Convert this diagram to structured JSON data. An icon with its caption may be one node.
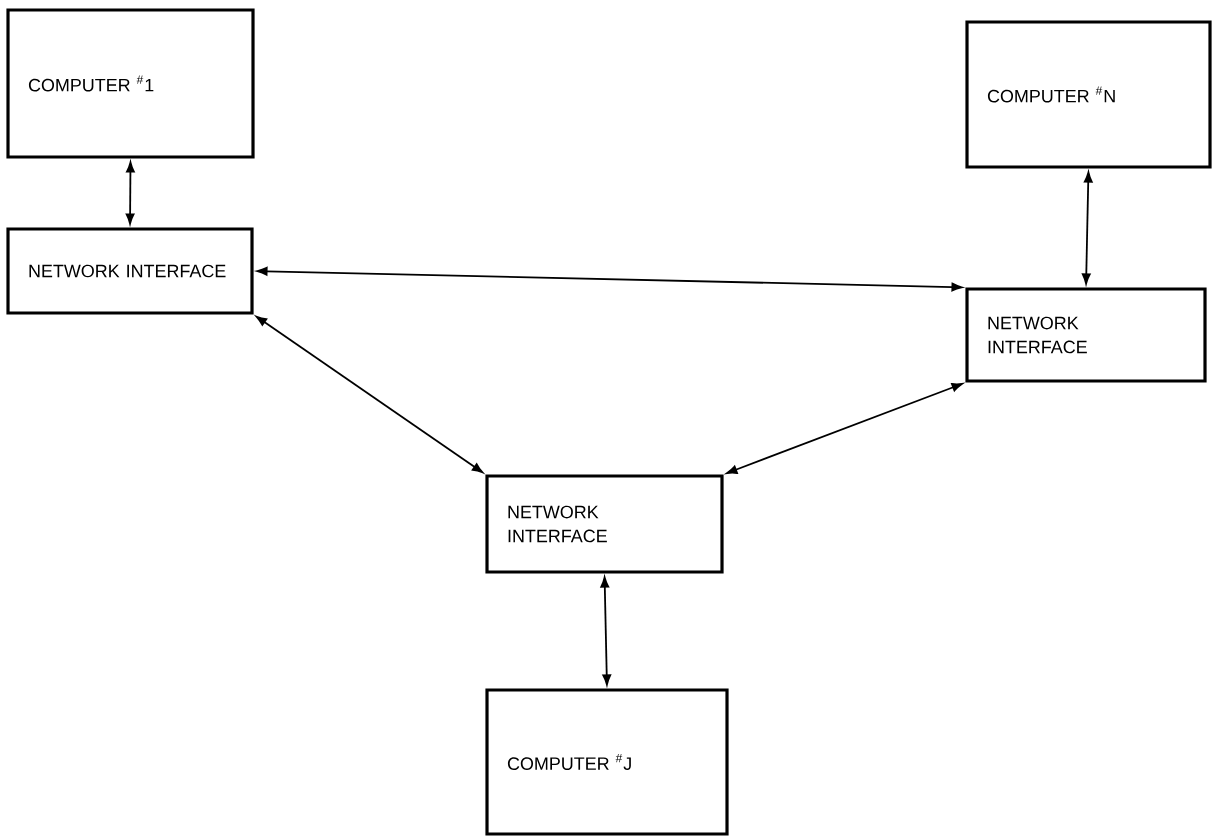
{
  "diagram": {
    "nodes": [
      {
        "text": [
          "COMPUTER $^{#}$1"
        ]
      },
      {
        "text": [
          "COMPUTER $^{#}$N"
        ]
      },
      {
        "text": [
          "NETWORK INTERFACE"
        ]
      },
      {
        "text": [
          "NETWORK INTERFACE"
        ]
      },
      {
        "text": [
          "NETWORK INTERFACE"
        ]
      },
      {
        "text": [
          "COMPUTER $^{#}$J"
        ]
      }
    ],
    "edges": [
      {
        "from": 0,
        "to": 2,
        "arrow": "both"
      },
      {
        "from": 1,
        "to": 3,
        "arrow": "both"
      },
      {
        "from": 2,
        "to": 3,
        "arrow": "both"
      },
      {
        "from": 2,
        "to": 4,
        "arrow": "both"
      },
      {
        "from": 3,
        "to": 4,
        "arrow": "both"
      },
      {
        "from": 4,
        "to": 5,
        "arrow": "both"
      }
    ]
  }
}
